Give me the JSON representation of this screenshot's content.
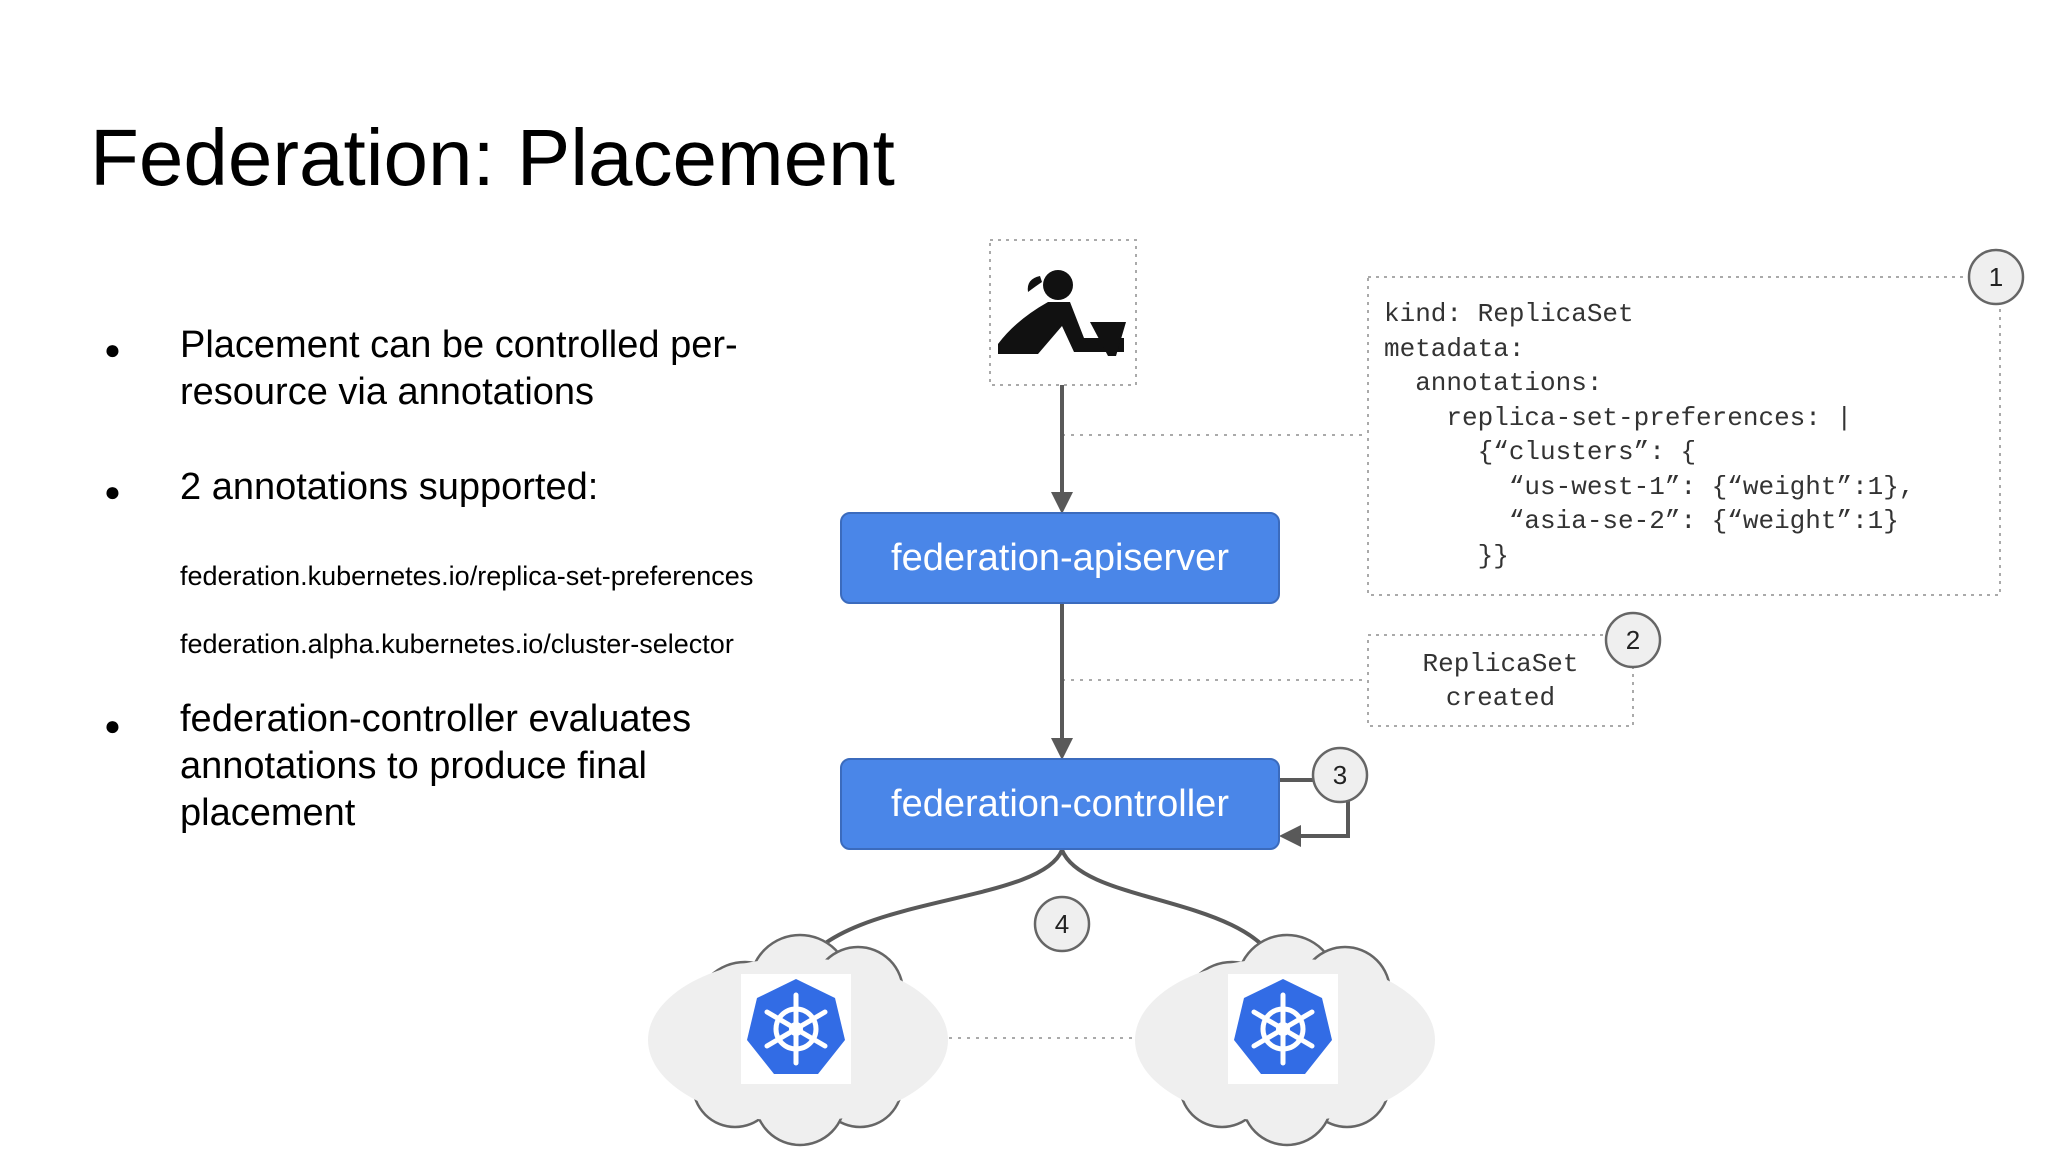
{
  "slide": {
    "title": "Federation: Placement"
  },
  "bullets": [
    {
      "dot": "●",
      "text": "Placement can be controlled per-resource via annotations"
    },
    {
      "dot": "●",
      "text": "2 annotations supported:"
    },
    {
      "dot": "●",
      "text": "federation-controller evaluates annotations to produce final placement"
    }
  ],
  "annotations": [
    "federation.kubernetes.io/replica-set-preferences",
    "federation.alpha.kubernetes.io/cluster-selector"
  ],
  "nodes": {
    "apiserver": "federation-apiserver",
    "controller": "federation-controller"
  },
  "code_block": "kind: ReplicaSet\nmetadata:\n  annotations:\n    replica-set-preferences: |\n      {“clusters”: {\n        “us-west-1”: {“weight”:1},\n        “asia-se-2”: {“weight”:1}\n      }}",
  "note": {
    "line1": "ReplicaSet",
    "line2": "created"
  },
  "steps": [
    "1",
    "2",
    "3",
    "4"
  ],
  "icons": {
    "user": "person-at-laptop-icon",
    "cluster": "kubernetes-helm-icon",
    "cloud": "cloud-icon"
  },
  "colors": {
    "box_fill": "#4a86e8",
    "box_border": "#3b6bbd",
    "arrow": "#595959",
    "dotted": "#aaaaaa",
    "cloud_fill": "#efefef",
    "k8s_blue": "#326ce5"
  }
}
